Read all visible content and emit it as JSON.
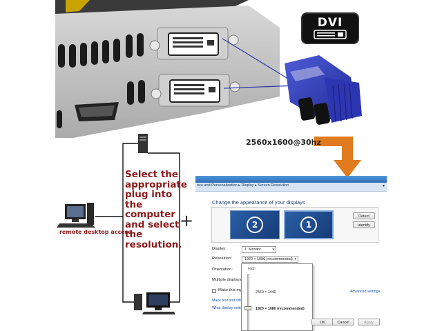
{
  "badge": {
    "label": "DVI"
  },
  "resolution_label": "2560x1600@30hz",
  "instructions": [
    "Select the",
    "appropriate",
    "plug into",
    "the",
    "computer",
    "and select",
    "the",
    "resolution."
  ],
  "plus_sign": "+",
  "remote_label": "remote desktop access",
  "dialog": {
    "breadcrumb": "nce and Personalization  ▸  Display  ▸  Screen Resolution",
    "heading": "Change the appearance of your displays",
    "monitor_1": "1",
    "monitor_2": "2",
    "detect_button": "Detect",
    "identify_button": "Identify",
    "display_label": "Display:",
    "display_value": "1. Monitor",
    "resolution_label": "Resolution:",
    "resolution_value": "1920 × 1080 (recommended)",
    "orientation_label": "Orientation:",
    "multiple_label": "Multiple displays:",
    "make_primary": "Make this my m",
    "make_text_link": "Make text and other",
    "what_display_link": "What display setting",
    "advanced_link": "Advanced settings",
    "dropdown": {
      "high": "High",
      "option_1": "2560 × 1440",
      "option_2": "1920 × 1080 (recommended)"
    },
    "ok_button": "OK",
    "cancel_button": "Cancel",
    "apply_button": "Apply"
  },
  "colors": {
    "instruction_text": "#8b1a1a",
    "arrow": "#e07b1f",
    "connector": "#2a36a8",
    "dialog_accent": "#2f6fb8"
  }
}
